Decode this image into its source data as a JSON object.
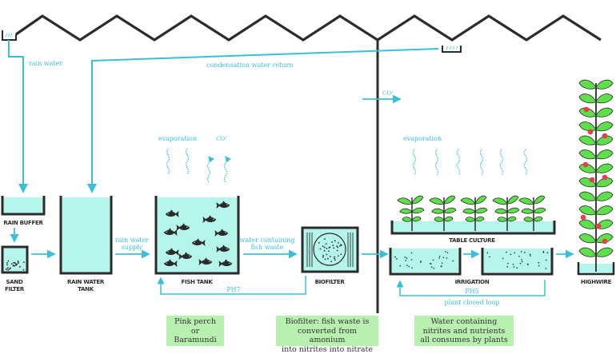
{
  "colors": {
    "water": "#3bbfd9",
    "tank_fill": "#b6f5ec",
    "outline": "#2b2b2b",
    "leaf": "#5ee04a",
    "fruit": "#e8404a",
    "note_bg": "#b8f0b0"
  },
  "labels": {
    "rain_water": "rain water",
    "condensation_return": "condensation water return",
    "co2_top": "CO²",
    "evaporation_fish": "evaporation",
    "co2_fish": "CO²",
    "evaporation_plants": "evaporation",
    "rain_water_supply_1": "rain water",
    "rain_water_supply_2": "supply",
    "water_fish_waste_1": "water containing",
    "water_fish_waste_2": "fish waste",
    "ph7": "PH7",
    "ph5": "PH5",
    "plant_loop": "plant closed loop"
  },
  "components": {
    "rain_buffer": "RAIN BUFFER",
    "sand_filter_1": "SAND",
    "sand_filter_2": "FILTER",
    "rain_tank_1": "RAIN WATER",
    "rain_tank_2": "TANK",
    "fish_tank": "FISH TANK",
    "biofilter": "BIOFILTER",
    "table_culture": "TABLE CULTURE",
    "irrigation": "IRRIGATION",
    "highwire": "HIGHWIRE"
  },
  "notes": [
    {
      "lines": [
        "Pink perch",
        "or",
        "Baramundi"
      ]
    },
    {
      "lines": [
        "Biofilter: fish waste is",
        "converted from amonium",
        "into nitrites into nitrate"
      ]
    },
    {
      "lines": [
        "Water containing",
        "nitrites and nutrients",
        "all consumes by plants"
      ]
    }
  ]
}
